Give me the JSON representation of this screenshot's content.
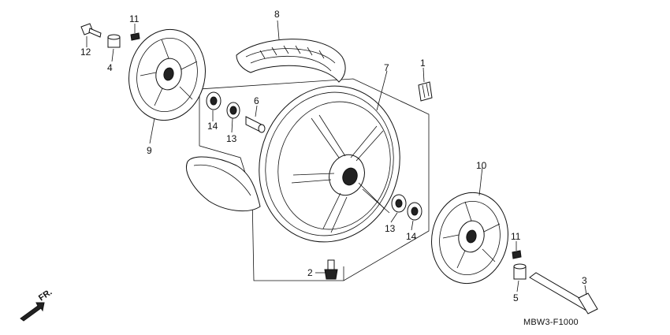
{
  "diagram": {
    "code": "MBW3-F1000",
    "direction_label": "FR.",
    "callouts": [
      {
        "id": "c1",
        "num": "1"
      },
      {
        "id": "c2",
        "num": "2"
      },
      {
        "id": "c3",
        "num": "3"
      },
      {
        "id": "c4",
        "num": "4"
      },
      {
        "id": "c5",
        "num": "5"
      },
      {
        "id": "c6",
        "num": "6"
      },
      {
        "id": "c7",
        "num": "7"
      },
      {
        "id": "c8",
        "num": "8"
      },
      {
        "id": "c9",
        "num": "9"
      },
      {
        "id": "c10",
        "num": "10"
      },
      {
        "id": "c11a",
        "num": "11"
      },
      {
        "id": "c11b",
        "num": "11"
      },
      {
        "id": "c12",
        "num": "12"
      },
      {
        "id": "c13a",
        "num": "13"
      },
      {
        "id": "c13b",
        "num": "13"
      },
      {
        "id": "c14a",
        "num": "14"
      },
      {
        "id": "c14b",
        "num": "14"
      }
    ]
  }
}
